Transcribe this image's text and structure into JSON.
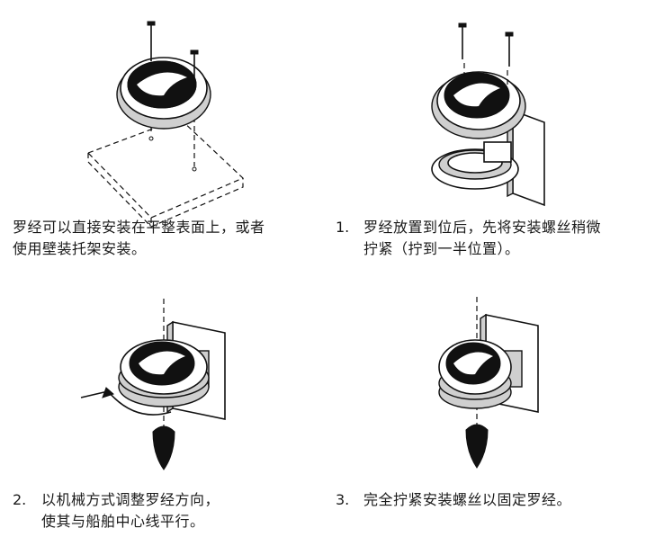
{
  "steps": [
    {
      "number": "",
      "text_line1": "罗经可以直接安装在平整表面上，或者",
      "text_line2": "使用壁装托架安装。"
    },
    {
      "number": "1.",
      "text_line1": "罗经放置到位后，先将安装螺丝稍微",
      "text_line2": "拧紧（拧到一半位置）。"
    },
    {
      "number": "2.",
      "text_line1": "以机械方式调整罗经方向，",
      "text_line2": "使其与船舶中心线平行。"
    },
    {
      "number": "3.",
      "text_line1": "完全拧紧安装螺丝以固定罗经。",
      "text_line2": ""
    }
  ],
  "figures": [
    {
      "icon": "compass-flat-surface-mount-illustration"
    },
    {
      "icon": "compass-bracket-mount-screws-illustration"
    },
    {
      "icon": "compass-align-centerline-illustration"
    },
    {
      "icon": "compass-tighten-screws-illustration"
    }
  ]
}
